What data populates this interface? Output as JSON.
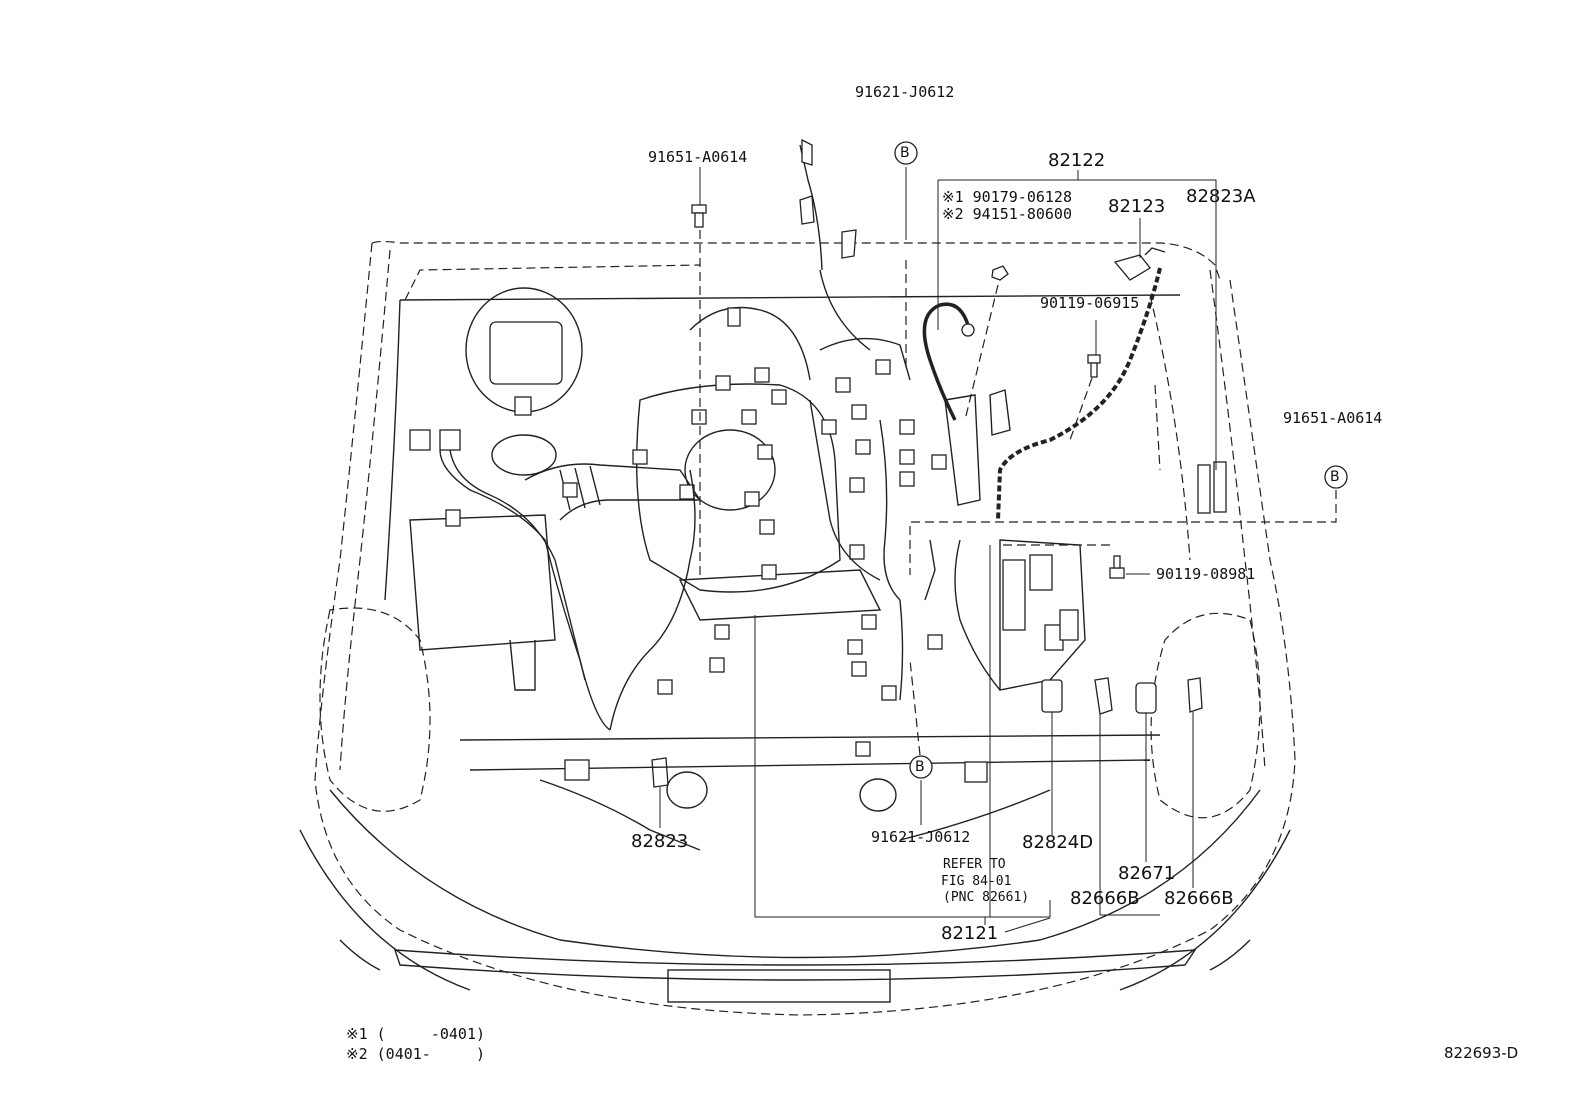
{
  "diagram": {
    "drawing_number": "822693-D",
    "parts": {
      "p91621_top": "91621-J0612",
      "p91651_left": "91651-A0614",
      "p82122": "82122",
      "note1_part": "※1 90179-06128",
      "note2_part": "※2 94151-80600",
      "p82123": "82123",
      "p82823A": "82823A",
      "p90119_06915": "90119-06915",
      "p91651_right": "91651-A0614",
      "p90119_08981": "90119-08981",
      "p82823": "82823",
      "p91621_bottom": "91621-J0612",
      "p82824D": "82824D",
      "p82671": "82671",
      "p82666B_1": "82666B",
      "p82666B_2": "82666B",
      "p82121": "82121"
    },
    "refer": {
      "line1": "REFER TO",
      "line2": "FIG 84-01",
      "line3": "(PNC 82661)"
    },
    "markers": {
      "b_top": "B",
      "b_right": "B",
      "b_bottom": "B"
    },
    "footnotes": {
      "note1": "※1 (     -0401)",
      "note2": "※2 (0401-     )"
    }
  }
}
